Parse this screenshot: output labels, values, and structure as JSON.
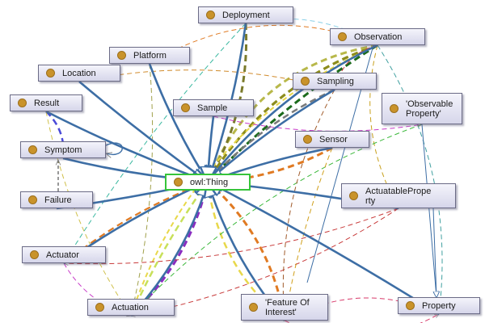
{
  "nodes": {
    "deployment": {
      "label": "Deployment"
    },
    "observation": {
      "label": "Observation"
    },
    "platform": {
      "label": "Platform"
    },
    "location": {
      "label": "Location"
    },
    "sampling": {
      "label": "Sampling"
    },
    "result": {
      "label": "Result"
    },
    "sample": {
      "label": "Sample"
    },
    "observable_property": {
      "label": "'Observable\nProperty'"
    },
    "symptom": {
      "label": "Symptom"
    },
    "sensor": {
      "label": "Sensor"
    },
    "owl_thing": {
      "label": "owl:Thing"
    },
    "actuatable_property": {
      "label": "ActuatablePrope\nrty"
    },
    "failure": {
      "label": "Failure"
    },
    "actuator": {
      "label": "Actuator"
    },
    "actuation": {
      "label": "Actuation"
    },
    "feature_of_interest": {
      "label": "'Feature Of\nInterest'"
    },
    "property": {
      "label": "Property"
    }
  },
  "colors": {
    "subclass_edge": "#3d6ea5",
    "center_border": "#36c43a",
    "node_dot": "#c9932b"
  }
}
